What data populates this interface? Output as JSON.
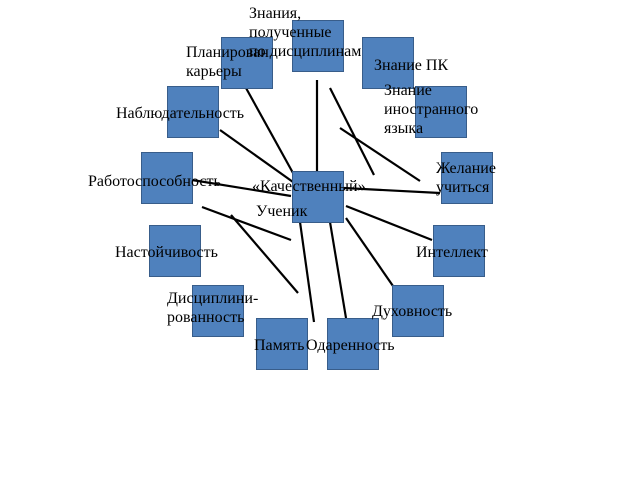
{
  "center": {
    "line1": "«Качественный»",
    "line2": "Ученик"
  },
  "nodes": {
    "knowledge": "Знания,\nполученные\nпо дисциплинам",
    "career": "Планирован\nкарьеры",
    "pc": "Знание ПК",
    "foreign_lang": "Знание\nиностранного\nязыка",
    "observation": "Наблюдательность",
    "desire_learn": "Желание\nучиться",
    "work_capacity": "Работоспособность",
    "persistence": "Настойчивость",
    "intellect": "Интеллект",
    "discipline": "Дисциплини-\nрованность",
    "spirituality": "Духовность",
    "memory": "Память",
    "giftedness": "Одаренность"
  },
  "colors": {
    "box_fill": "#4f81bd",
    "box_border": "#385d8a",
    "line": "#000000"
  }
}
